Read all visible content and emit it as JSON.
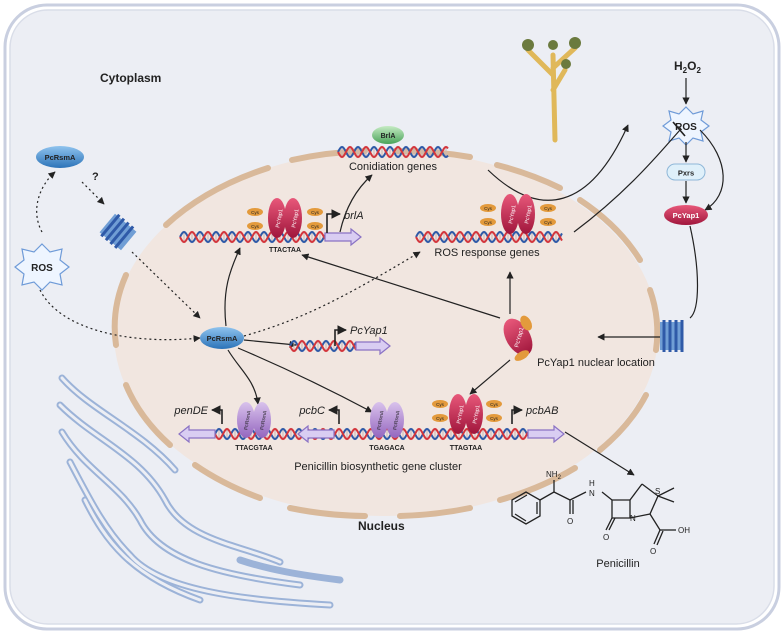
{
  "compartments": {
    "cytoplasm": "Cytoplasm",
    "nucleus": "Nucleus"
  },
  "external": {
    "h2o2_main": "H",
    "h2o2_sub1": "2",
    "h2o2_o": "O",
    "h2o2_sub2": "2"
  },
  "cytoplasm_items": {
    "ros_top": "ROS",
    "pxrs": "Pxrs",
    "pcyap1_cyto": "PcYap1",
    "ros_left": "ROS",
    "pcrsma_left": "PcRsmA",
    "question": "?"
  },
  "nucleus_items": {
    "brla_protein": "BrlA",
    "conidiation_genes": "Conidiation genes",
    "brla_gene": "brlA",
    "motif_brla": "TTACTAA",
    "ros_response_genes": "ROS response genes",
    "pcrsma_center": "PcRsmA",
    "pcyap1_gene": "PcYap1",
    "pcyap1_nuclear": "PcYap1",
    "nuclear_location": "PcYap1 nuclear location",
    "pende": "penDE",
    "pcbc": "pcbC",
    "pcbab": "pcbAB",
    "motif_pende": "TTACGTAA",
    "motif_pcbc": "TGAGACA",
    "motif_pcbab": "TTAGTAA",
    "cluster_label": "Penicillin biosynthetic gene cluster",
    "cys": "Cys",
    "yap_label": "PcYap1",
    "rsma_label": "PcRsmA"
  },
  "penicillin": {
    "name": "Penicillin",
    "nh2": "NH",
    "nh2_sub": "2",
    "h": "H",
    "n": "N",
    "s": "S",
    "o": "O",
    "oh": "OH"
  },
  "colors": {
    "cell_border": "#c9cfe0",
    "nucleus_fill": "#f1e6e0",
    "nucleus_border": "#d9b99a",
    "dna_red": "#d3363d",
    "dna_blue": "#2f5aa8",
    "yap_red": "#c8234e",
    "rsma_purple": "#a978c8",
    "pcrsma_blue": "#3d86c8",
    "brla_green": "#5ab46a",
    "arrow_gene": "#b9a6e0",
    "er_blue": "#9cb3d8",
    "cys_orange": "#e39a3c"
  }
}
